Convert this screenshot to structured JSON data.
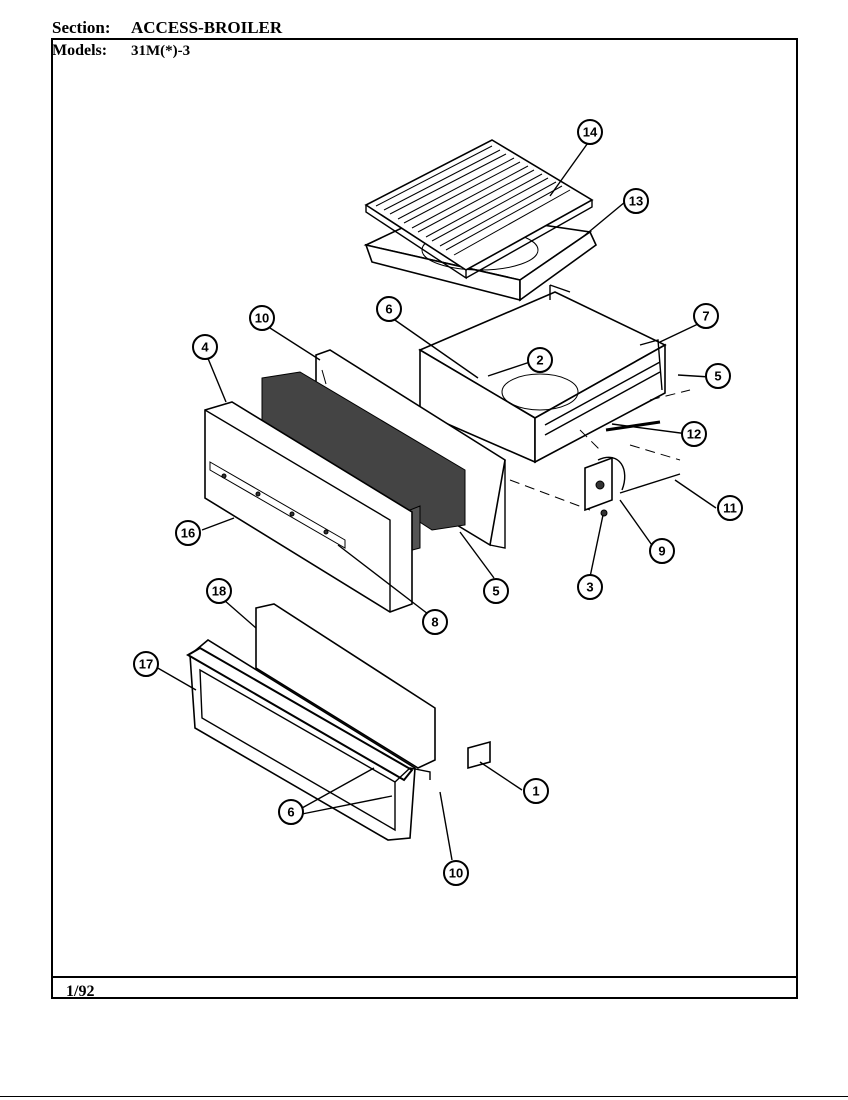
{
  "header": {
    "section_label": "Section:",
    "section_value": "ACCESS-BROILER",
    "models_label": "Models:",
    "models_value": "31M(*)-3"
  },
  "footer": {
    "date": "1/92"
  },
  "callouts": {
    "c14": "14",
    "c13": "13",
    "c6a": "6",
    "c10a": "10",
    "c4": "4",
    "c2": "2",
    "c7": "7",
    "c5a": "5",
    "c12": "12",
    "c11": "11",
    "c9": "9",
    "c3": "3",
    "c5b": "5",
    "c8": "8",
    "c16": "16",
    "c18": "18",
    "c17": "17",
    "c1": "1",
    "c6b": "6",
    "c10b": "10"
  }
}
